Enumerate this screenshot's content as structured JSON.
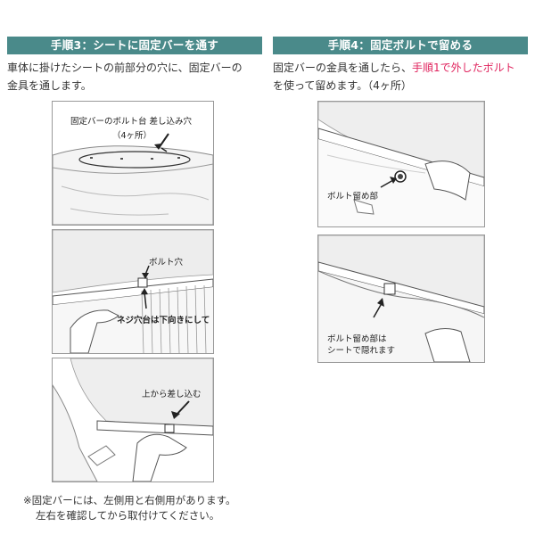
{
  "step3": {
    "heading": "手順3：シートに固定バーを通す",
    "desc_line1": "車体に掛けたシートの前部分の穴に、固定バーの",
    "desc_line2": "金具を通します。",
    "panel1": {
      "label_line1": "固定バーのボルト台 差し込み穴",
      "label_line2": "（4ヶ所）"
    },
    "panel2": {
      "label_top": "ボルト穴",
      "label_bottom": "ネジ穴台は下向きにして"
    },
    "panel3": {
      "label": "上から差し込む"
    }
  },
  "step4": {
    "heading": "手順4：固定ボルトで留める",
    "desc_line1_a": "固定バーの金具を通したら、",
    "desc_line1_b": "手順1で外したボルト",
    "desc_line2": "を使って留めます。（4ヶ所）",
    "highlight_color": "#e0245e",
    "panel4": {
      "label": "ボルト留め部"
    },
    "panel5": {
      "label_line1": "ボルト留め部は",
      "label_line2": "シートで隠れます"
    }
  },
  "note": {
    "line1": "※固定バーには、左側用と右側用があります。",
    "line2": "左右を確認してから取付けてください。"
  },
  "colors": {
    "header_bg": "#4a8a8a",
    "header_text": "#ffffff"
  }
}
